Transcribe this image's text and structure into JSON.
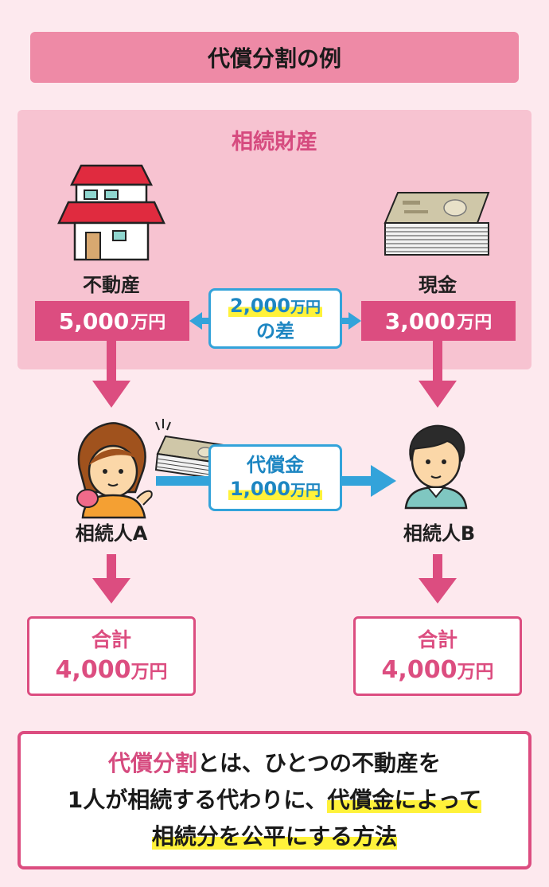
{
  "title": "代償分割の例",
  "estate_title": "相続財産",
  "real_estate": {
    "label": "不動産",
    "value": "5,000",
    "unit": "万円"
  },
  "cash": {
    "label": "現金",
    "value": "3,000",
    "unit": "万円"
  },
  "difference": {
    "amount": "2,000",
    "unit": "万円",
    "suffix": "の差"
  },
  "compensation": {
    "label": "代償金",
    "amount": "1,000",
    "unit": "万円"
  },
  "heir_a": {
    "label": "相続人A",
    "total_label": "合計",
    "total_value": "4,000",
    "total_unit": "万円"
  },
  "heir_b": {
    "label": "相続人B",
    "total_label": "合計",
    "total_value": "4,000",
    "total_unit": "万円"
  },
  "description": {
    "line1_em": "代償分割",
    "line1_rest": "とは、ひとつの不動産を",
    "line2_start": "1人が相続する代わりに、",
    "line2_hl": "代償金によって",
    "line3_hl": "相続分を公平にする方法"
  },
  "colors": {
    "accent_pink": "#dc4d80",
    "accent_blue": "#33a3da",
    "highlight": "#fff23a"
  }
}
